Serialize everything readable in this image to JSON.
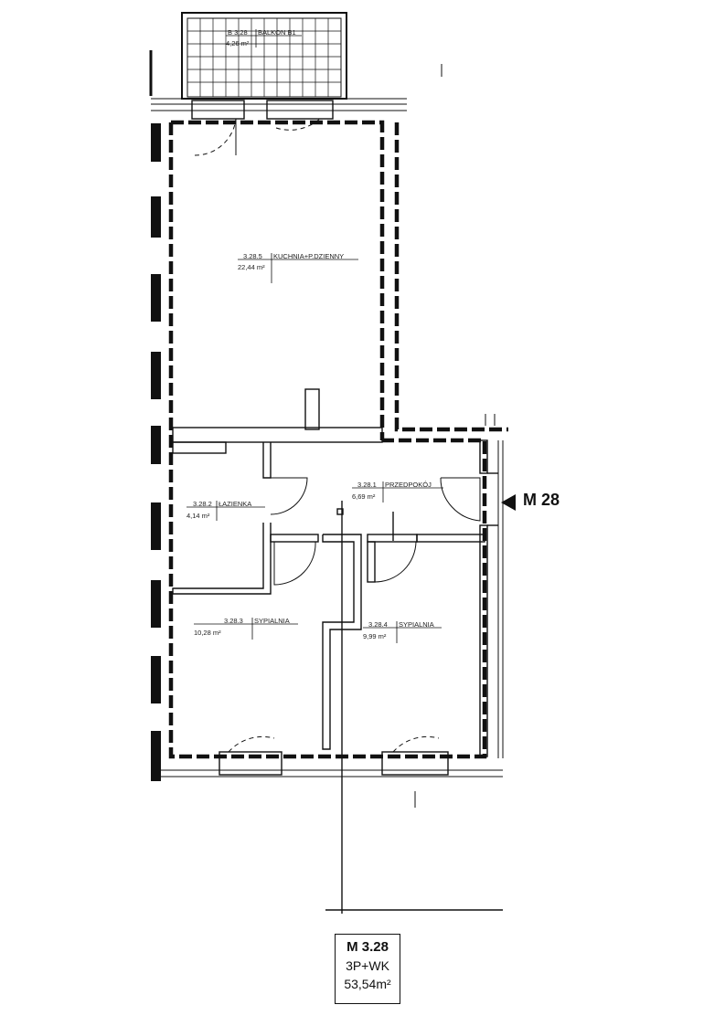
{
  "apartment": {
    "marker": "M 28",
    "code": "M 3.28",
    "type": "3P+WK",
    "area": "53,54m²"
  },
  "rooms": [
    {
      "id": "balcony",
      "number": "B 3.28",
      "name": "BALKON B1",
      "area": "4,26 m²"
    },
    {
      "id": "kitchen",
      "number": "3.28.5",
      "name": "KUCHNIA+P.DZIENNY",
      "area": "22,44 m²"
    },
    {
      "id": "hall",
      "number": "3.28.1",
      "name": "PRZEDPOKÓJ",
      "area": "6,69 m²"
    },
    {
      "id": "bathroom",
      "number": "3.28.2",
      "name": "ŁAZIENKA",
      "area": "4,14 m²"
    },
    {
      "id": "bedroom1",
      "number": "3.28.3",
      "name": "SYPIALNIA",
      "area": "10,28 m²"
    },
    {
      "id": "bedroom2",
      "number": "3.28.4",
      "name": "SYPIALNIA",
      "area": "9,99 m²"
    }
  ],
  "icons": {
    "entrance": "entrance-arrow-icon"
  },
  "colors": {
    "line": "#111111"
  }
}
